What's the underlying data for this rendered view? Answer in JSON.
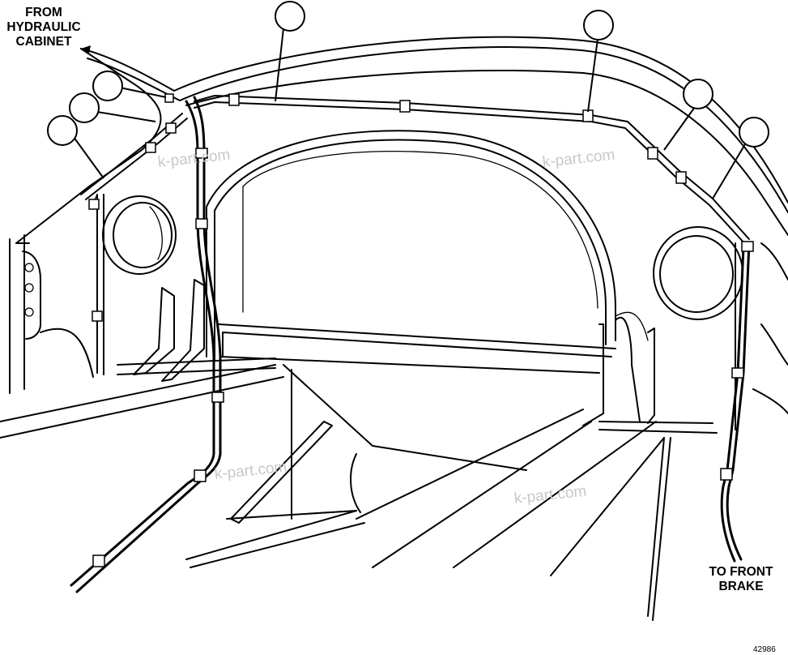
{
  "labels": {
    "from_hydraulic_cabinet": "FROM\nHYDRAULIC\nCABINET",
    "to_front_brake": "TO FRONT\nBRAKE"
  },
  "watermarks": [
    "k-part.com",
    "k-part.com",
    "k-part.com",
    "k-part.com"
  ],
  "figure_number": "42986",
  "callout_count": 7
}
